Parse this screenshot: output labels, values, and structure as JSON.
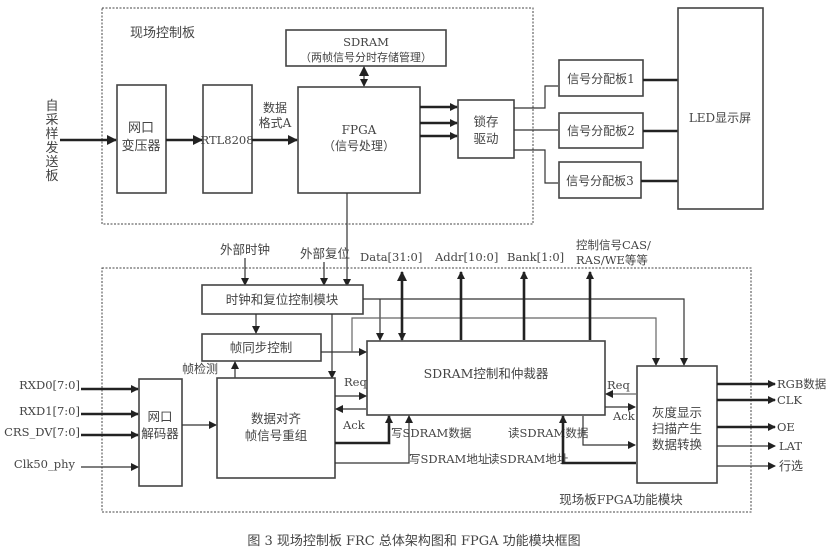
{
  "top_board": {
    "title": "现场控制板",
    "source": [
      "自",
      "采",
      "样",
      "发",
      "送",
      "板"
    ],
    "transformer": [
      "网口",
      "变压器"
    ],
    "phy": "RTL8208",
    "data_format": [
      "数据",
      "格式A"
    ],
    "sdram": [
      "SDRAM",
      "（两帧信号分时存储管理）"
    ],
    "fpga": [
      "FPGA",
      "（信号处理）"
    ],
    "latch": [
      "锁存",
      "驱动"
    ],
    "distributors": [
      "信号分配板1",
      "信号分配板2",
      "信号分配板3"
    ],
    "led": "LED显示屏"
  },
  "fpga_module": {
    "title": "现场板FPGA功能模块",
    "ext_clock": "外部时钟",
    "ext_reset": "外部复位",
    "bus_labels": [
      "Data[31:0]",
      "Addr[10:0]",
      "Bank[1:0]"
    ],
    "ctrl_signals": [
      "控制信号CAS/",
      "RAS/WE等等"
    ],
    "clock_reset_block": "时钟和复位控制模块",
    "frame_sync": "帧同步控制",
    "frame_detect": "帧检测",
    "sdram_ctrl": "SDRAM控制和仲裁器",
    "inputs": [
      "RXD0[7:0]",
      "RXD1[7:0]",
      "CRS_DV[7:0]",
      "Clk50_phy"
    ],
    "decoder": [
      "网口",
      "解码器"
    ],
    "align": [
      "数据对齐",
      "帧信号重组"
    ],
    "req": "Req",
    "ack": "Ack",
    "write_data": "写SDRAM数据",
    "write_addr": "写SDRAM地址",
    "read_data": "读SDRAM数据",
    "read_addr": "读SDRAM地址",
    "gray": [
      "灰度显示",
      "扫描产生",
      "数据转换"
    ],
    "outputs": [
      "RGB数据",
      "CLK",
      "OE",
      "LAT",
      "行选"
    ]
  },
  "caption": "图 3  现场控制板 FRC 总体架构图和 FPGA 功能模块框图"
}
